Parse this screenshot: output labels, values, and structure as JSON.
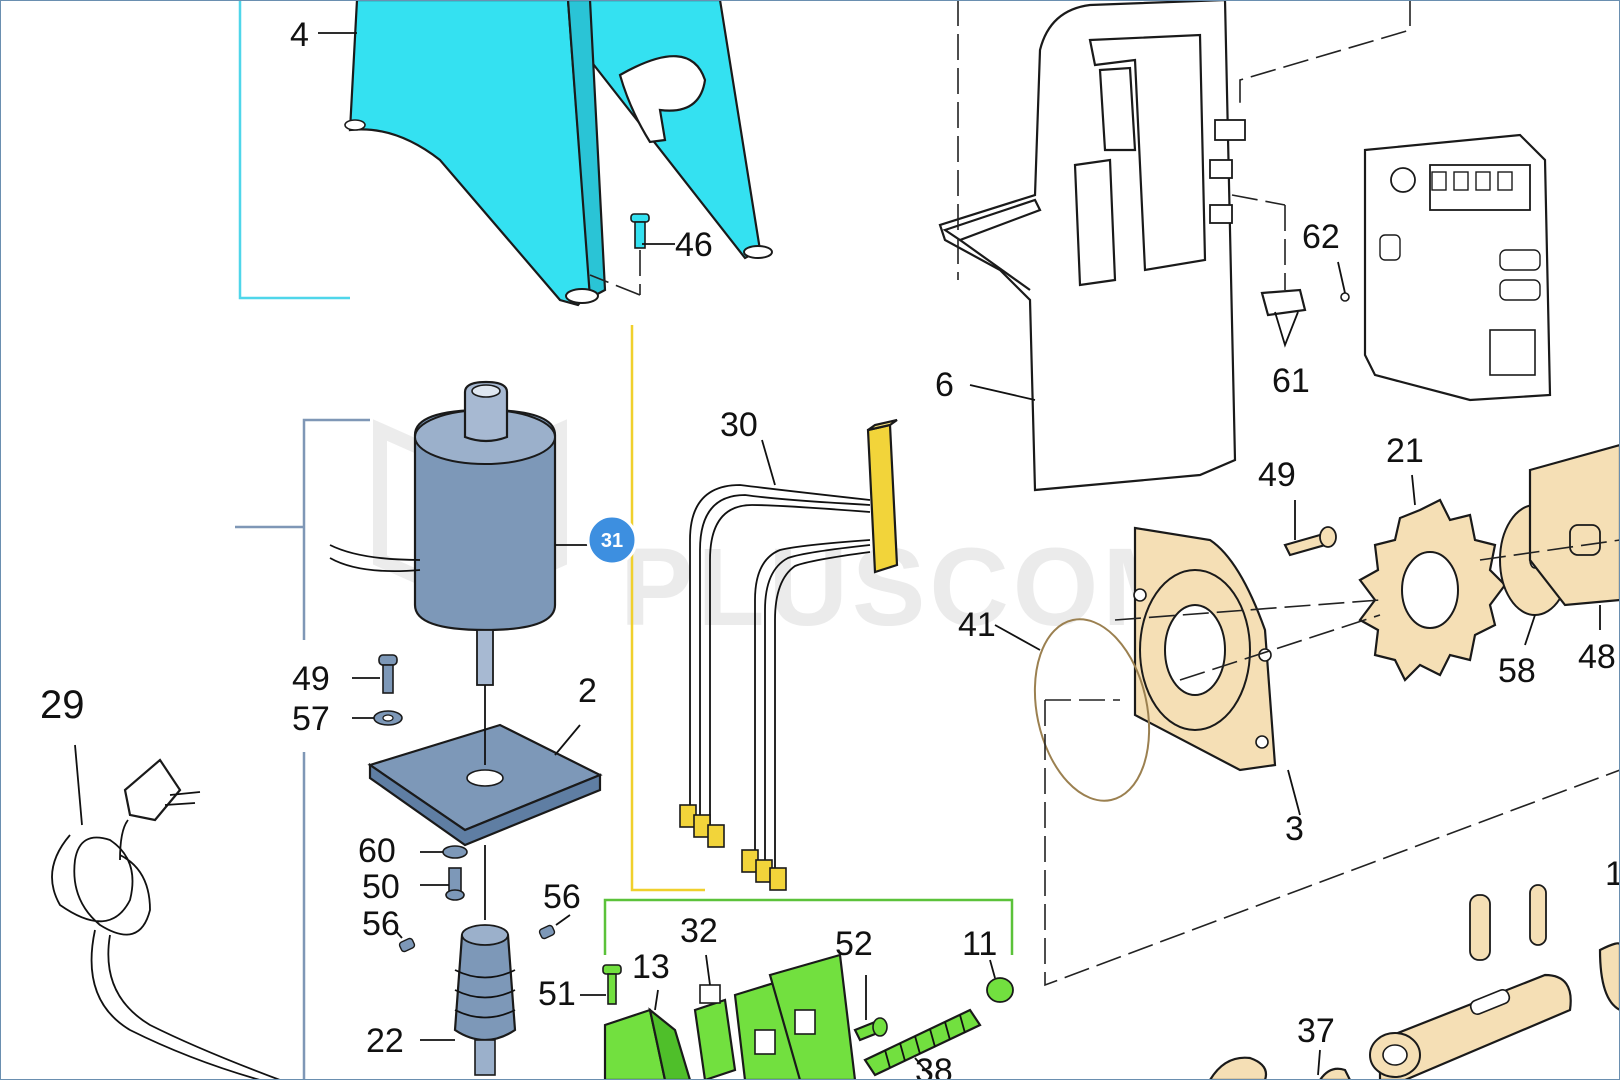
{
  "watermark": "PLUSCOM",
  "colors": {
    "cyan_group": "#34e1f1",
    "cyan_line": "#4fd6ea",
    "motor_blue": "#7d98b8",
    "motor_group_line": "#7f97b6",
    "yellow_connector": "#f2d43a",
    "yellow_line": "#f0d02c",
    "green_board": "#72e03f",
    "green_line": "#5bc23a",
    "tan_part": "#f5dfb5",
    "badge_blue": "#3d8fe0"
  },
  "badge": {
    "label": "31",
    "color": "#3d8fe0"
  },
  "callouts": {
    "c4": "4",
    "c46": "46",
    "c6": "6",
    "c62": "62",
    "c61": "61",
    "c30": "30",
    "c31": "31",
    "c49a": "49",
    "c21": "21",
    "c41": "41",
    "c58": "58",
    "c48": "48",
    "c3": "3",
    "c29": "29",
    "c49b": "49",
    "c57": "57",
    "c2": "2",
    "c60": "60",
    "c50": "50",
    "c56a": "56",
    "c56b": "56",
    "c22": "22",
    "c32": "32",
    "c13": "13",
    "c51": "51",
    "c52": "52",
    "c11": "11",
    "c38": "38",
    "c37": "37",
    "c1": "1"
  }
}
